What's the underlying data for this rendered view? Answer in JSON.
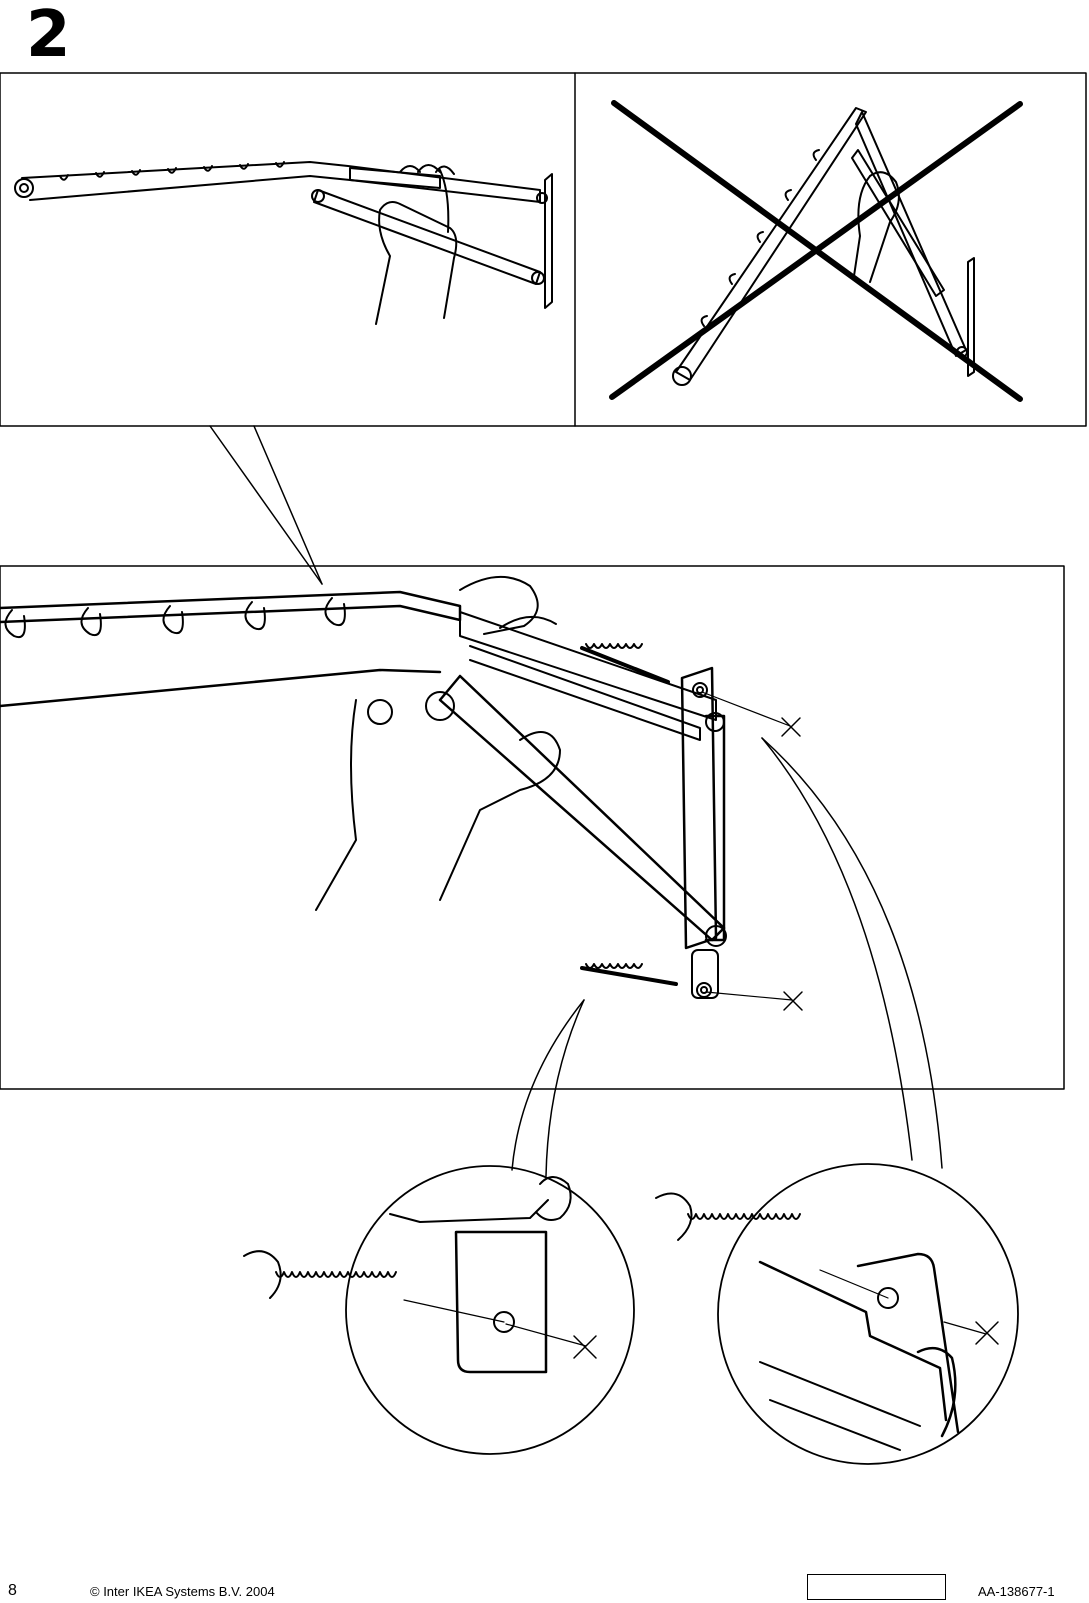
{
  "step": {
    "number": "2"
  },
  "panels": {
    "top_left": {
      "name": "correct-handling-illustration"
    },
    "top_right": {
      "name": "incorrect-handling-illustration",
      "icon": "cross-out-icon"
    },
    "main": {
      "name": "wall-mounting-detail"
    },
    "zoom_left": {
      "name": "lower-screw-zoom"
    },
    "zoom_right": {
      "name": "upper-screw-zoom"
    }
  },
  "footer": {
    "page_number": "8",
    "copyright": "© Inter IKEA Systems B.V. 2004",
    "doc_code": "AA-138677-1"
  },
  "colors": {
    "ink": "#000000",
    "paper": "#ffffff"
  }
}
